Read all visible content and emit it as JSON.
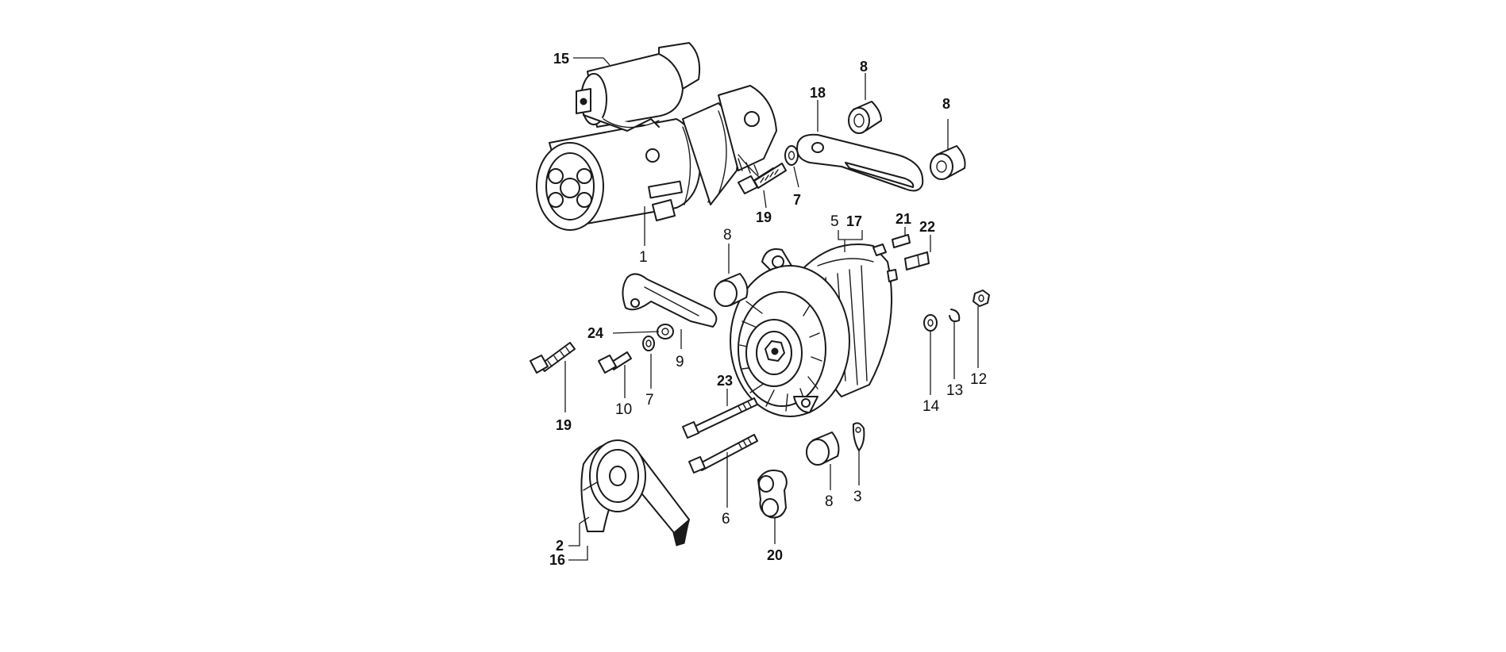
{
  "diagram": {
    "callouts": {
      "c1": "1",
      "c2": "2",
      "c3": "3",
      "c5": "5",
      "c6": "6",
      "c7a": "7",
      "c7b": "7",
      "c8a": "8",
      "c8b": "8",
      "c8c": "8",
      "c8d": "8",
      "c9": "9",
      "c10": "10",
      "c12": "12",
      "c13": "13",
      "c14": "14",
      "c15": "15",
      "c16": "16",
      "c17": "17",
      "c18": "18",
      "c19a": "19",
      "c19b": "19",
      "c20": "20",
      "c21": "21",
      "c22": "22",
      "c23": "23",
      "c24": "24"
    },
    "icons": [
      "starter-motor",
      "alternator",
      "belt-pulley",
      "bracket",
      "spacer",
      "bolt",
      "washer",
      "nut",
      "terminal"
    ],
    "line_color": "#1a1a1a",
    "background": "#ffffff"
  }
}
